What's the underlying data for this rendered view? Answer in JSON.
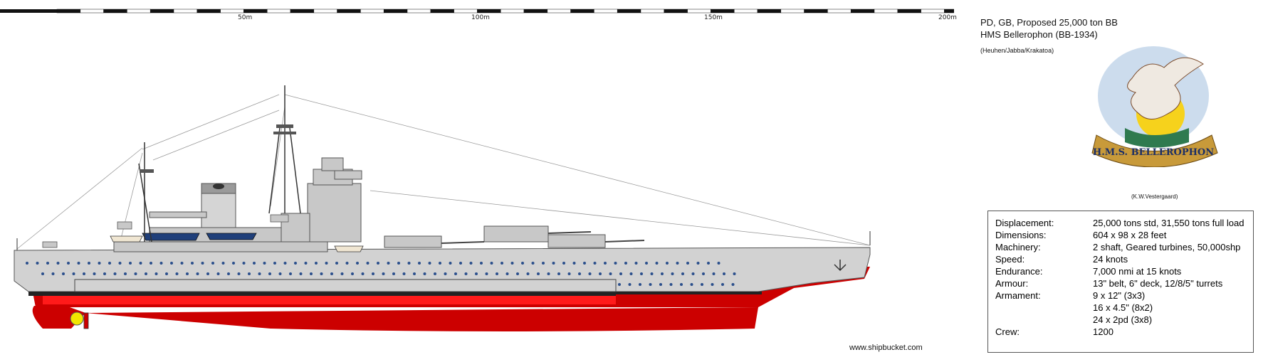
{
  "scale": {
    "labels": [
      "50m",
      "100m",
      "150m",
      "200m"
    ]
  },
  "header": {
    "line1": "PD, GB, Proposed 25,000 ton BB",
    "line2": "HMS Bellerophon (BB-1934)",
    "authors": "(Heuhen/Jabba/Krakatoa)"
  },
  "crest": {
    "motto_text": "H.M.S. BELLEROPHON",
    "credit": "(K.W.Vestergaard)"
  },
  "specs": [
    {
      "label": "Displacement:",
      "values": [
        "25,000 tons std, 31,550 tons full load"
      ]
    },
    {
      "label": "Dimensions:",
      "values": [
        "604 x 98 x 28 feet"
      ]
    },
    {
      "label": "Machinery:",
      "values": [
        "2 shaft, Geared turbines, 50,000shp"
      ]
    },
    {
      "label": "Speed:",
      "values": [
        "24 knots"
      ]
    },
    {
      "label": "Endurance:",
      "values": [
        "7,000 nmi at 15 knots"
      ]
    },
    {
      "label": "Armour:",
      "values": [
        "13\" belt, 6\" deck, 12/8/5\" turrets"
      ]
    },
    {
      "label": "Armament:",
      "values": [
        "9 x 12\" (3x3)",
        "16 x 4.5\" (8x2)",
        "24 x 2pd (3x8)"
      ]
    },
    {
      "label": "Crew:",
      "values": [
        "1200"
      ]
    }
  ],
  "watermark": "www.shipbucket.com",
  "colors": {
    "hull_grey": "#d2d2d2",
    "antifouling_red": "#cc0000",
    "waterline_red": "#ff1a1a",
    "portholes": "#2b4f8c",
    "boat_blue": "#1f3f7a"
  }
}
